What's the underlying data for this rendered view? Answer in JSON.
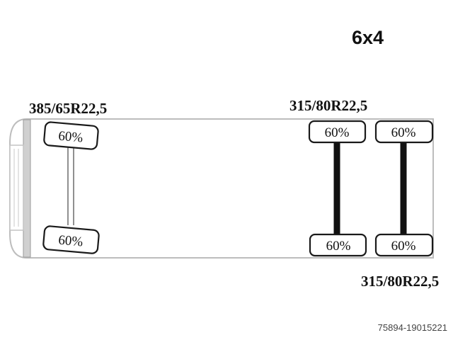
{
  "configuration": "6x4",
  "front_axle": {
    "tire_size": "385/65R22,5",
    "tires": [
      {
        "side": "left",
        "tread": "60%"
      },
      {
        "side": "right",
        "tread": "60%"
      }
    ]
  },
  "rear_axles": {
    "tire_size_top": "315/80R22,5",
    "tire_size_bottom": "315/80R22,5",
    "axles": [
      {
        "tires": [
          {
            "side": "left",
            "tread": "60%"
          },
          {
            "side": "right",
            "tread": "60%"
          }
        ]
      },
      {
        "tires": [
          {
            "side": "left",
            "tread": "60%"
          },
          {
            "side": "right",
            "tread": "60%"
          }
        ]
      }
    ]
  },
  "watermark": "75894-19015221",
  "colors": {
    "stroke": "#1a1a1a",
    "frame": "#bdbdbd",
    "cab": "#cfcfcf"
  }
}
